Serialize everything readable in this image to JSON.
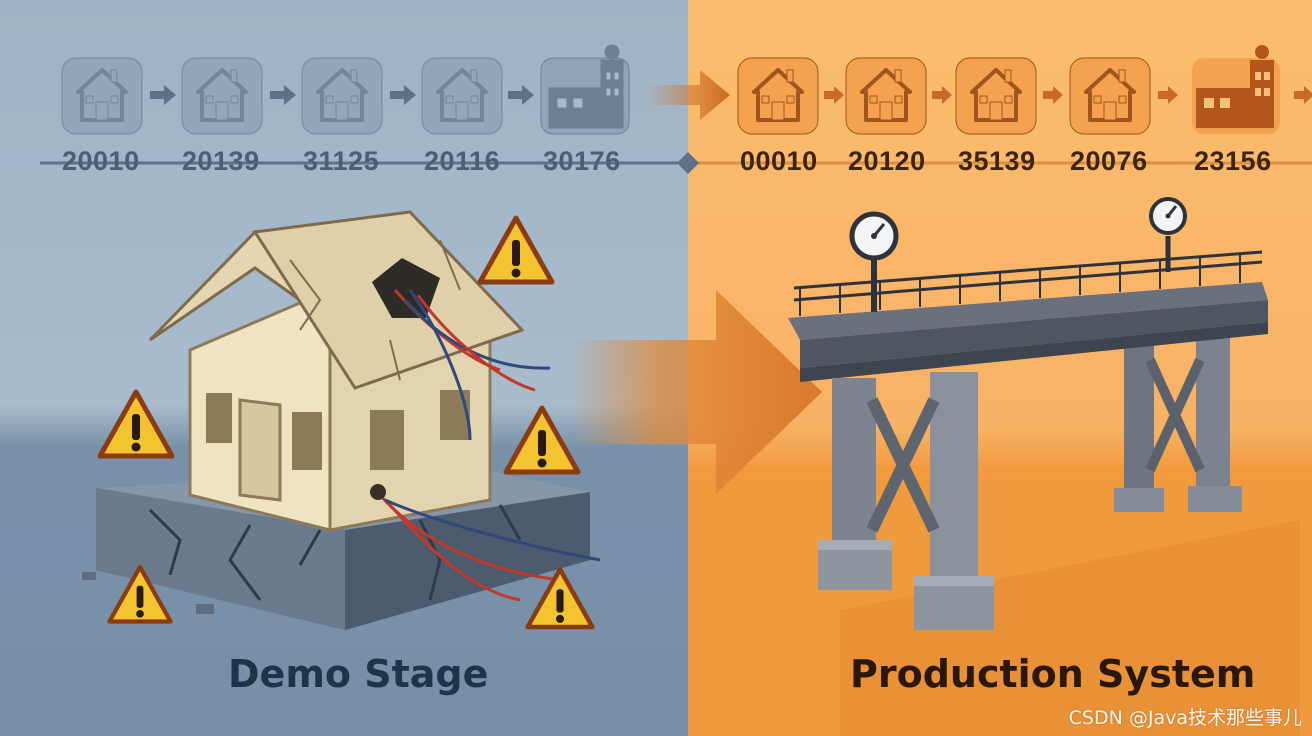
{
  "timeline": {
    "left_values": [
      "20010",
      "20139",
      "31125",
      "20116",
      "30176"
    ],
    "right_values": [
      "00010",
      "20120",
      "35139",
      "20076",
      "23156"
    ],
    "left_icons": [
      "house-icon",
      "house-icon",
      "house-icon",
      "house-icon",
      "building-icon"
    ],
    "right_icons": [
      "house-icon",
      "house-icon",
      "house-icon",
      "house-icon",
      "building-icon"
    ]
  },
  "captions": {
    "left": "Demo Stage",
    "right": "Production System"
  },
  "watermark": "CSDN @Java技术那些事儿",
  "colors": {
    "left_bg": "#a9bccd",
    "right_bg": "#f8b265",
    "accent_arrow": "#d97f2a",
    "warning": "#f4c430"
  }
}
